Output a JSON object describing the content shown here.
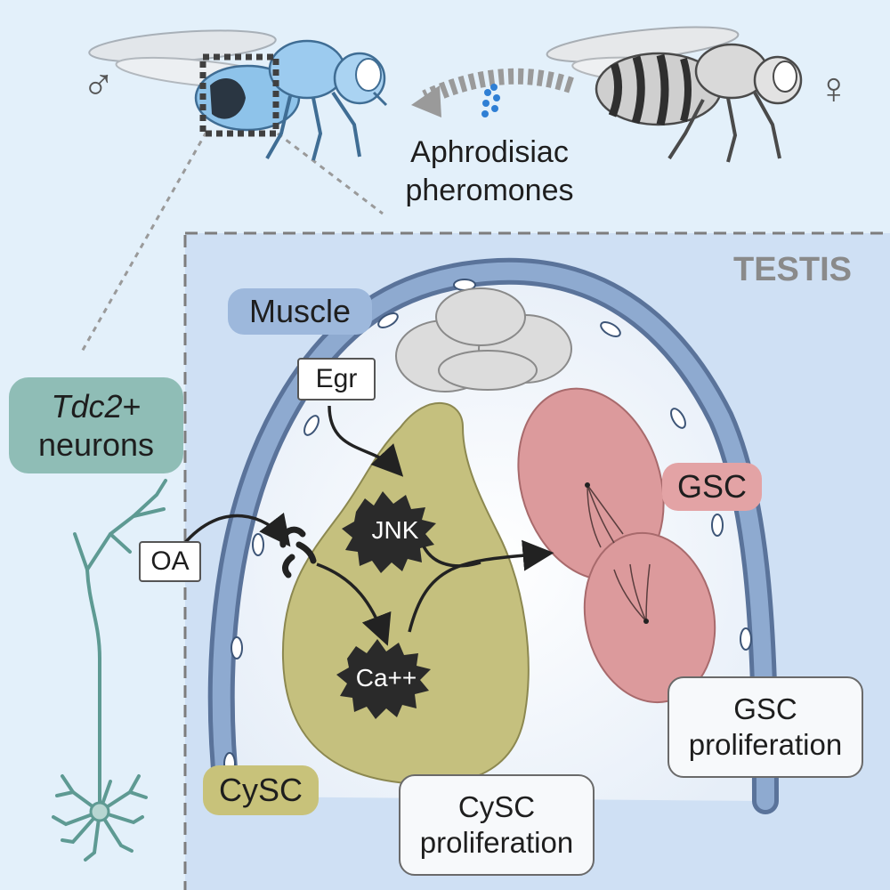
{
  "symbols": {
    "male": "♂",
    "female": "♀"
  },
  "pheromone_label": {
    "line1": "Aphrodisiac",
    "line2": "pheromones"
  },
  "testis_title": "TESTIS",
  "neuron_label": {
    "line1_italic": "Tdc2",
    "line1_rest": "+",
    "line2": "neurons"
  },
  "cells": {
    "muscle": "Muscle",
    "gsc": "GSC",
    "cysc": "CySC"
  },
  "signals": {
    "egr": "Egr",
    "oa": "OA",
    "jnk": "JNK",
    "ca": "Ca++"
  },
  "outcomes": {
    "cysc_line1": "CySC",
    "cysc_line2": "proliferation",
    "gsc_line1": "GSC",
    "gsc_line2": "proliferation"
  },
  "colors": {
    "background": "#e3f0fa",
    "testis_panel": "#cfe0f4",
    "muscle_fill": "#7f9cc4",
    "cysc_fill": "#c5c07e",
    "gsc_fill": "#dc9a9c",
    "neuron": "#5e9a93",
    "male_fly": "#8ec3ea"
  }
}
